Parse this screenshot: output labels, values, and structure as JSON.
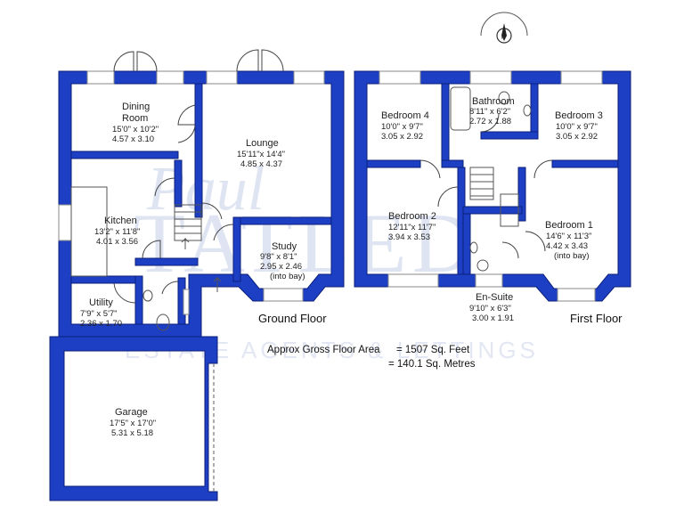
{
  "floors": {
    "ground": "Ground Floor",
    "first": "First Floor"
  },
  "watermark": {
    "script": "Paul",
    "main": "TATLED",
    "sub": "ESTATE AGENTS & LETTINGS"
  },
  "area": {
    "label": "Approx Gross Floor Area",
    "feet": "= 1507 Sq. Feet",
    "metres": "= 140.1 Sq. Metres"
  },
  "compass": {
    "letter": "N"
  },
  "rooms": {
    "dining": {
      "name1": "Dining",
      "name2": "Room",
      "imperial": "15'0\" x 10'2\"",
      "metric": "4.57 x 3.10"
    },
    "lounge": {
      "name": "Lounge",
      "imperial": "15'11\"x 14'4\"",
      "metric": "4.85 x 4.37"
    },
    "kitchen": {
      "name": "Kitchen",
      "imperial": "13'2\" x 11'8\"",
      "metric": "4.01 x 3.56"
    },
    "study": {
      "name": "Study",
      "imperial": "9'8\" x 8'1\"",
      "metric": "2.95 x 2.46",
      "note": "(into bay)"
    },
    "utility": {
      "name": "Utility",
      "imperial": "7'9\" x 5'7\"",
      "metric": "2.36 x 1.70"
    },
    "garage": {
      "name": "Garage",
      "imperial": "17'5\" x 17'0\"",
      "metric": "5.31 x 5.18"
    },
    "bedroom4": {
      "name": "Bedroom 4",
      "imperial": "10'0\" x 9'7\"",
      "metric": "3.05 x 2.92"
    },
    "bathroom": {
      "name": "Bathroom",
      "imperial": "8'11\" x 6'2\"",
      "metric": "2.72 x 1.88"
    },
    "bedroom3": {
      "name": "Bedroom 3",
      "imperial": "10'0\" x 9'7\"",
      "metric": "3.05 x 2.92"
    },
    "bedroom2": {
      "name": "Bedroom 2",
      "imperial": "12'11\"x 11'7\"",
      "metric": "3.94 x 3.53"
    },
    "bedroom1": {
      "name": "Bedroom 1",
      "imperial": "14'6\" x 11'3\"",
      "metric": "4.42 x 3.43",
      "note": "(into bay)"
    },
    "ensuite": {
      "name": "En-Suite",
      "imperial": "9'10\" x 6'3\"",
      "metric": "3.00 x 1.91"
    }
  }
}
